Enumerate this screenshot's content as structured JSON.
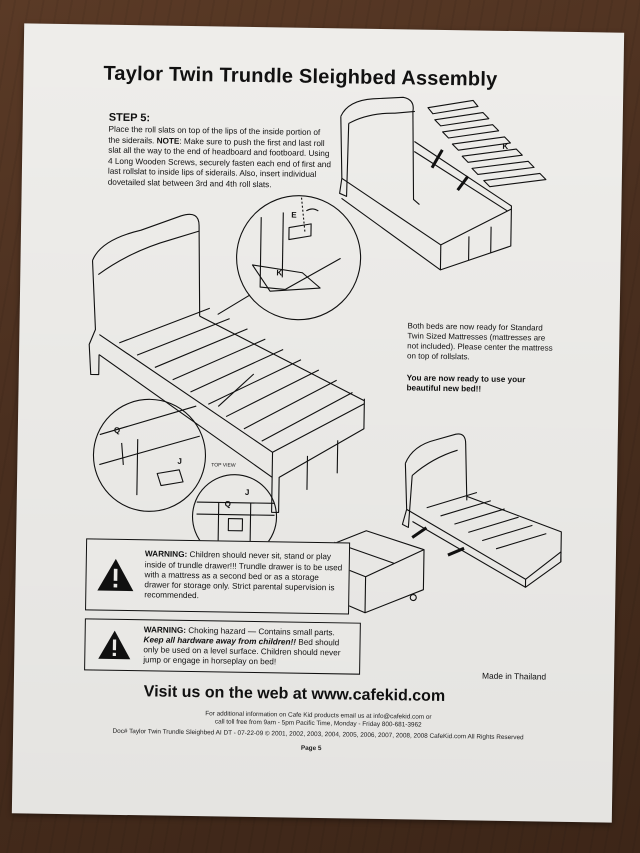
{
  "document": {
    "title": "Taylor Twin Trundle Sleighbed Assembly",
    "step": {
      "heading": "STEP 5:",
      "text_1": "Place the roll slats on top of the lips of the inside portion of the siderails. ",
      "note_label": "NOTE",
      "text_2": ": Make sure to push the first and last roll slat all the way to the end of headboard and footboard. Using 4 Long Wooden Screws, securely fasten each end of first and last rollslat to inside lips of siderails. Also, insert individual dovetailed slat between 3rd and 4th roll slats."
    },
    "diagram_labels": {
      "k_top": "K",
      "e": "E",
      "k_detail": "K",
      "q_left": "Q",
      "j_left": "J",
      "top_view": "TOP VIEW",
      "j_topview": "J",
      "q_topview": "Q"
    },
    "ready_note": "Both beds are now ready for Standard Twin Sized Mattresses (mattresses are not included). Please center the mattress on top of rollslats.",
    "ready_bold": "You are now ready to use your beautiful new bed!!",
    "warning_1": {
      "label": "WARNING:",
      "text": " Children should never sit, stand or play inside of trundle drawer!!! Trundle drawer is to be used with a mattress as a second bed or as a storage drawer for storage only. Strict parental supervision is recommended."
    },
    "warning_2": {
      "label": "WARNING:",
      "text_1": " Choking hazard — Contains small parts. ",
      "emphasis": "Keep all hardware away from children!!",
      "text_2": " Bed should only be used on a level surface. Children should never jump or engage in horseplay on bed!"
    },
    "made_in": "Made in Thailand",
    "visit": "Visit us on the web at www.cafekid.com",
    "footer_1": "For additional information on Cafe Kid products email us at info@cafekid.com or",
    "footer_2": "call toll free from 9am - 5pm Pacific Time, Monday - Friday 800-681-3962",
    "footer_3": "Doc# Taylor Twin Trundle Sleighbed AI DT - 07-22-09 © 2001, 2002, 2003, 2004, 2005, 2006, 2007, 2008, 2008 CafeKid.com All Rights Reserved",
    "page": "Page 5"
  },
  "icons": {
    "warning": "warning-triangle-icon"
  },
  "colors": {
    "paper": "#f3f2ef",
    "ink": "#111111",
    "table": "#4a2f1f"
  }
}
